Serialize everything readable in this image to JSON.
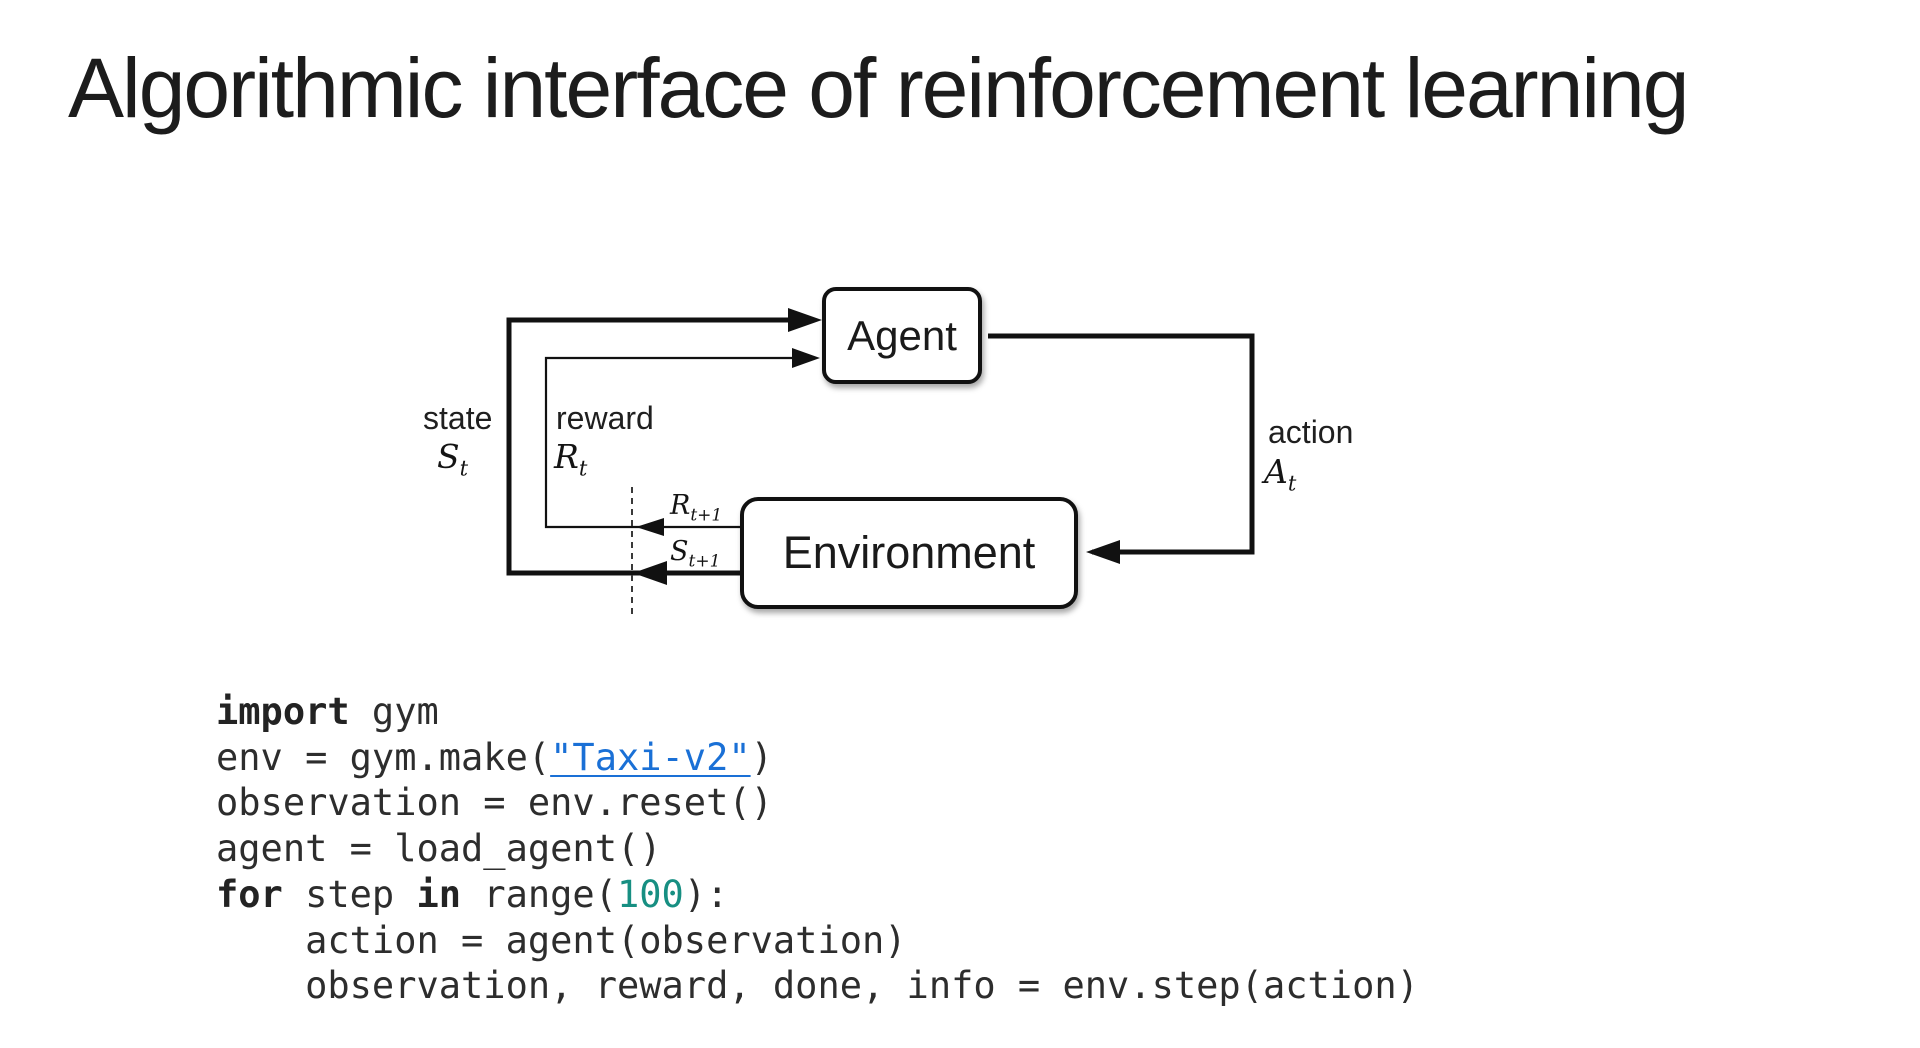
{
  "slide": {
    "title": "Algorithmic interface of reinforcement learning"
  },
  "diagram": {
    "agent_label": "Agent",
    "environment_label": "Environment",
    "state_word": "state",
    "reward_word": "reward",
    "action_word": "action",
    "state_sym": {
      "main": "S",
      "sub": "t"
    },
    "reward_sym": {
      "main": "R",
      "sub": "t"
    },
    "action_sym": {
      "main": "A",
      "sub": "t"
    },
    "reward_next_sym": {
      "main": "R",
      "sub": "t+1"
    },
    "state_next_sym": {
      "main": "S",
      "sub": "t+1"
    }
  },
  "code": {
    "lines": [
      [
        {
          "t": "import",
          "c": "kw"
        },
        {
          "t": " gym",
          "c": "pl"
        }
      ],
      [
        {
          "t": "env = gym.make(",
          "c": "pl"
        },
        {
          "t": "\"Taxi-v2\"",
          "c": "str"
        },
        {
          "t": ")",
          "c": "pl"
        }
      ],
      [
        {
          "t": "observation = env.reset()",
          "c": "pl"
        }
      ],
      [
        {
          "t": "agent = load_agent()",
          "c": "pl"
        }
      ],
      [
        {
          "t": "for",
          "c": "kw"
        },
        {
          "t": " step ",
          "c": "pl"
        },
        {
          "t": "in",
          "c": "kw"
        },
        {
          "t": " range(",
          "c": "pl"
        },
        {
          "t": "100",
          "c": "num"
        },
        {
          "t": "):",
          "c": "pl"
        }
      ],
      [
        {
          "t": "    action = agent(observation)",
          "c": "pl"
        }
      ],
      [
        {
          "t": "    observation, reward, done, info = env.step(action)",
          "c": "pl"
        }
      ]
    ]
  },
  "colors": {
    "background": "#ffffff",
    "text": "#1b1b1b",
    "diagram_line": "#111111",
    "code_plain": "#2d2d2d",
    "code_keyword": "#232323",
    "code_number": "#178f82",
    "code_link": "#1a70d6"
  }
}
